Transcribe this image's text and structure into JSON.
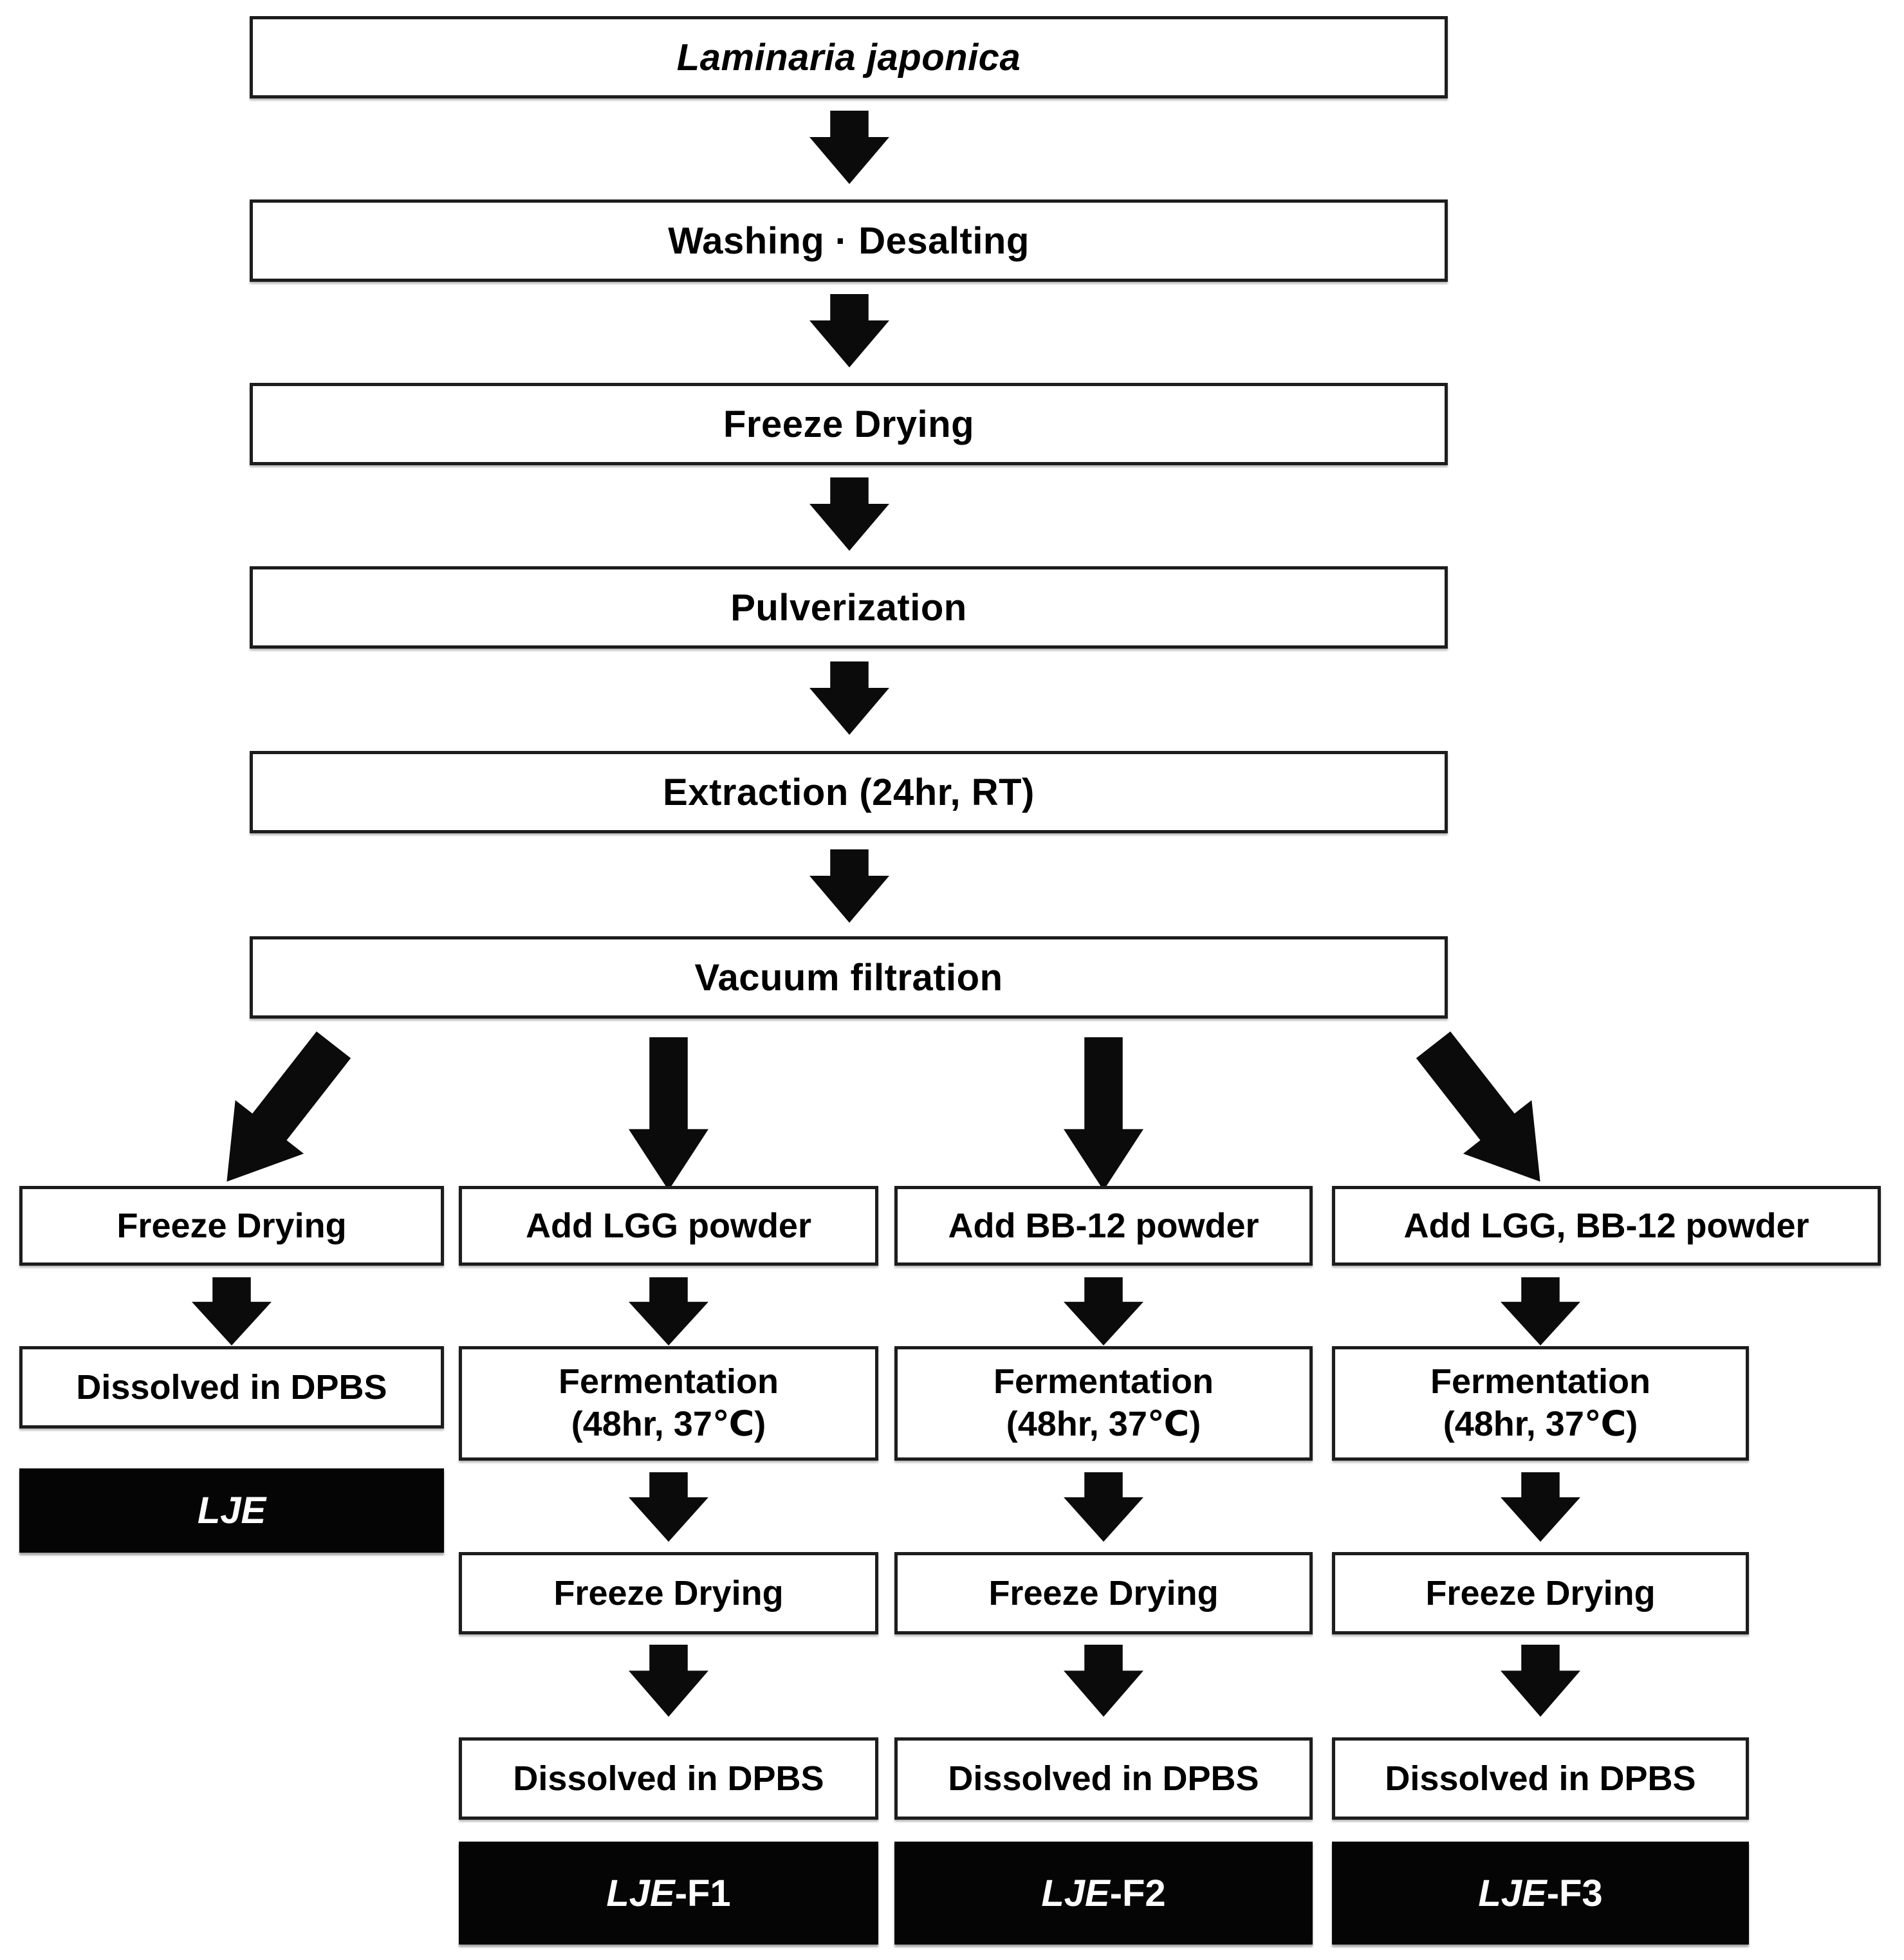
{
  "diagram": {
    "colors": {
      "background": "#ffffff",
      "box_border": "#1d1d1d",
      "arrow": "#0b0b0b",
      "result_box_bg": "#050505",
      "result_box_text": "#ffffff"
    },
    "main_steps": [
      {
        "label": "Laminaria japonica"
      },
      {
        "label": "Washing · Desalting"
      },
      {
        "label": "Freeze Drying"
      },
      {
        "label": "Pulverization"
      },
      {
        "label": "Extraction (24hr, RT)"
      },
      {
        "label": "Vacuum filtration"
      }
    ],
    "branches": [
      {
        "steps": {
          "s1": "Freeze Drying",
          "s2": "Dissolved in DPBS"
        },
        "result": {
          "italic_part": "LJE",
          "plain_part": ""
        }
      },
      {
        "steps": {
          "s1": "Add LGG powder",
          "ferm_line1": "Fermentation",
          "ferm_line2": "(48hr, 37℃)",
          "s3": "Freeze Drying",
          "s4": "Dissolved in DPBS"
        },
        "result": {
          "italic_part": "LJE",
          "plain_part": "-F1"
        }
      },
      {
        "steps": {
          "s1": "Add BB-12 powder",
          "ferm_line1": "Fermentation",
          "ferm_line2": "(48hr, 37℃)",
          "s3": "Freeze Drying",
          "s4": "Dissolved in DPBS"
        },
        "result": {
          "italic_part": "LJE",
          "plain_part": "-F2"
        }
      },
      {
        "steps": {
          "s1": "Add LGG, BB-12 powder",
          "ferm_line1": "Fermentation",
          "ferm_line2": "(48hr, 37℃)",
          "s3": "Freeze Drying",
          "s4": "Dissolved in DPBS"
        },
        "result": {
          "italic_part": "LJE",
          "plain_part": "-F3"
        }
      }
    ]
  }
}
